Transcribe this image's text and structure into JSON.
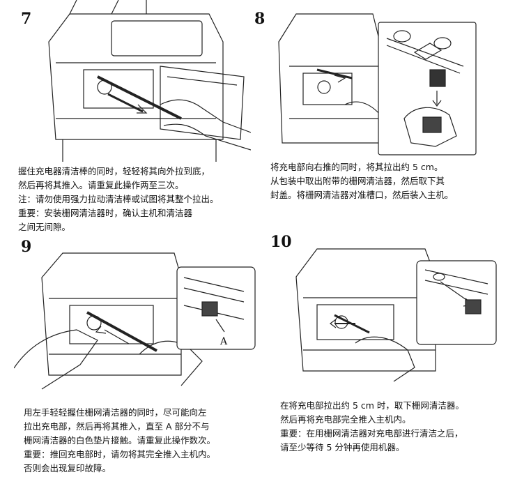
{
  "steps": [
    {
      "number": "7",
      "lines": [
        "握住充电器清洁棒的同时，轻轻将其向外拉到底，",
        "然后再将其推入。请重复此操作两至三次。",
        "注：请勿使用强力拉动清洁棒或试图将其整个拉出。",
        "重要：安装栅网清洁器时，确认主机和清洁器",
        "之间无间隙。"
      ]
    },
    {
      "number": "8",
      "lines": [
        "将充电部向右推的同时，将其拉出约 5 cm。",
        "从包装中取出附带的栅网清洁器，然后取下其",
        "封盖。将栅网清洁器对准槽口，然后装入主机。"
      ]
    },
    {
      "number": "9",
      "callout": "A",
      "lines": [
        "用左手轻轻握住栅网清洁器的同时，尽可能向左",
        "拉出充电部，然后再将其推入，直至 A 部分不与",
        "栅网清洁器的白色垫片接触。请重复此操作数次。",
        "重要：推回充电部时，请勿将其完全推入主机内。",
        "否则会出现复印故障。"
      ]
    },
    {
      "number": "10",
      "lines": [
        "在将充电部拉出约 5 cm 时，取下栅网清洁器。",
        "然后再将充电部完全推入主机内。",
        "重要：在用栅网清洁器对充电部进行清洁之后，",
        "请至少等待 5 分钟再使用机器。"
      ]
    }
  ]
}
